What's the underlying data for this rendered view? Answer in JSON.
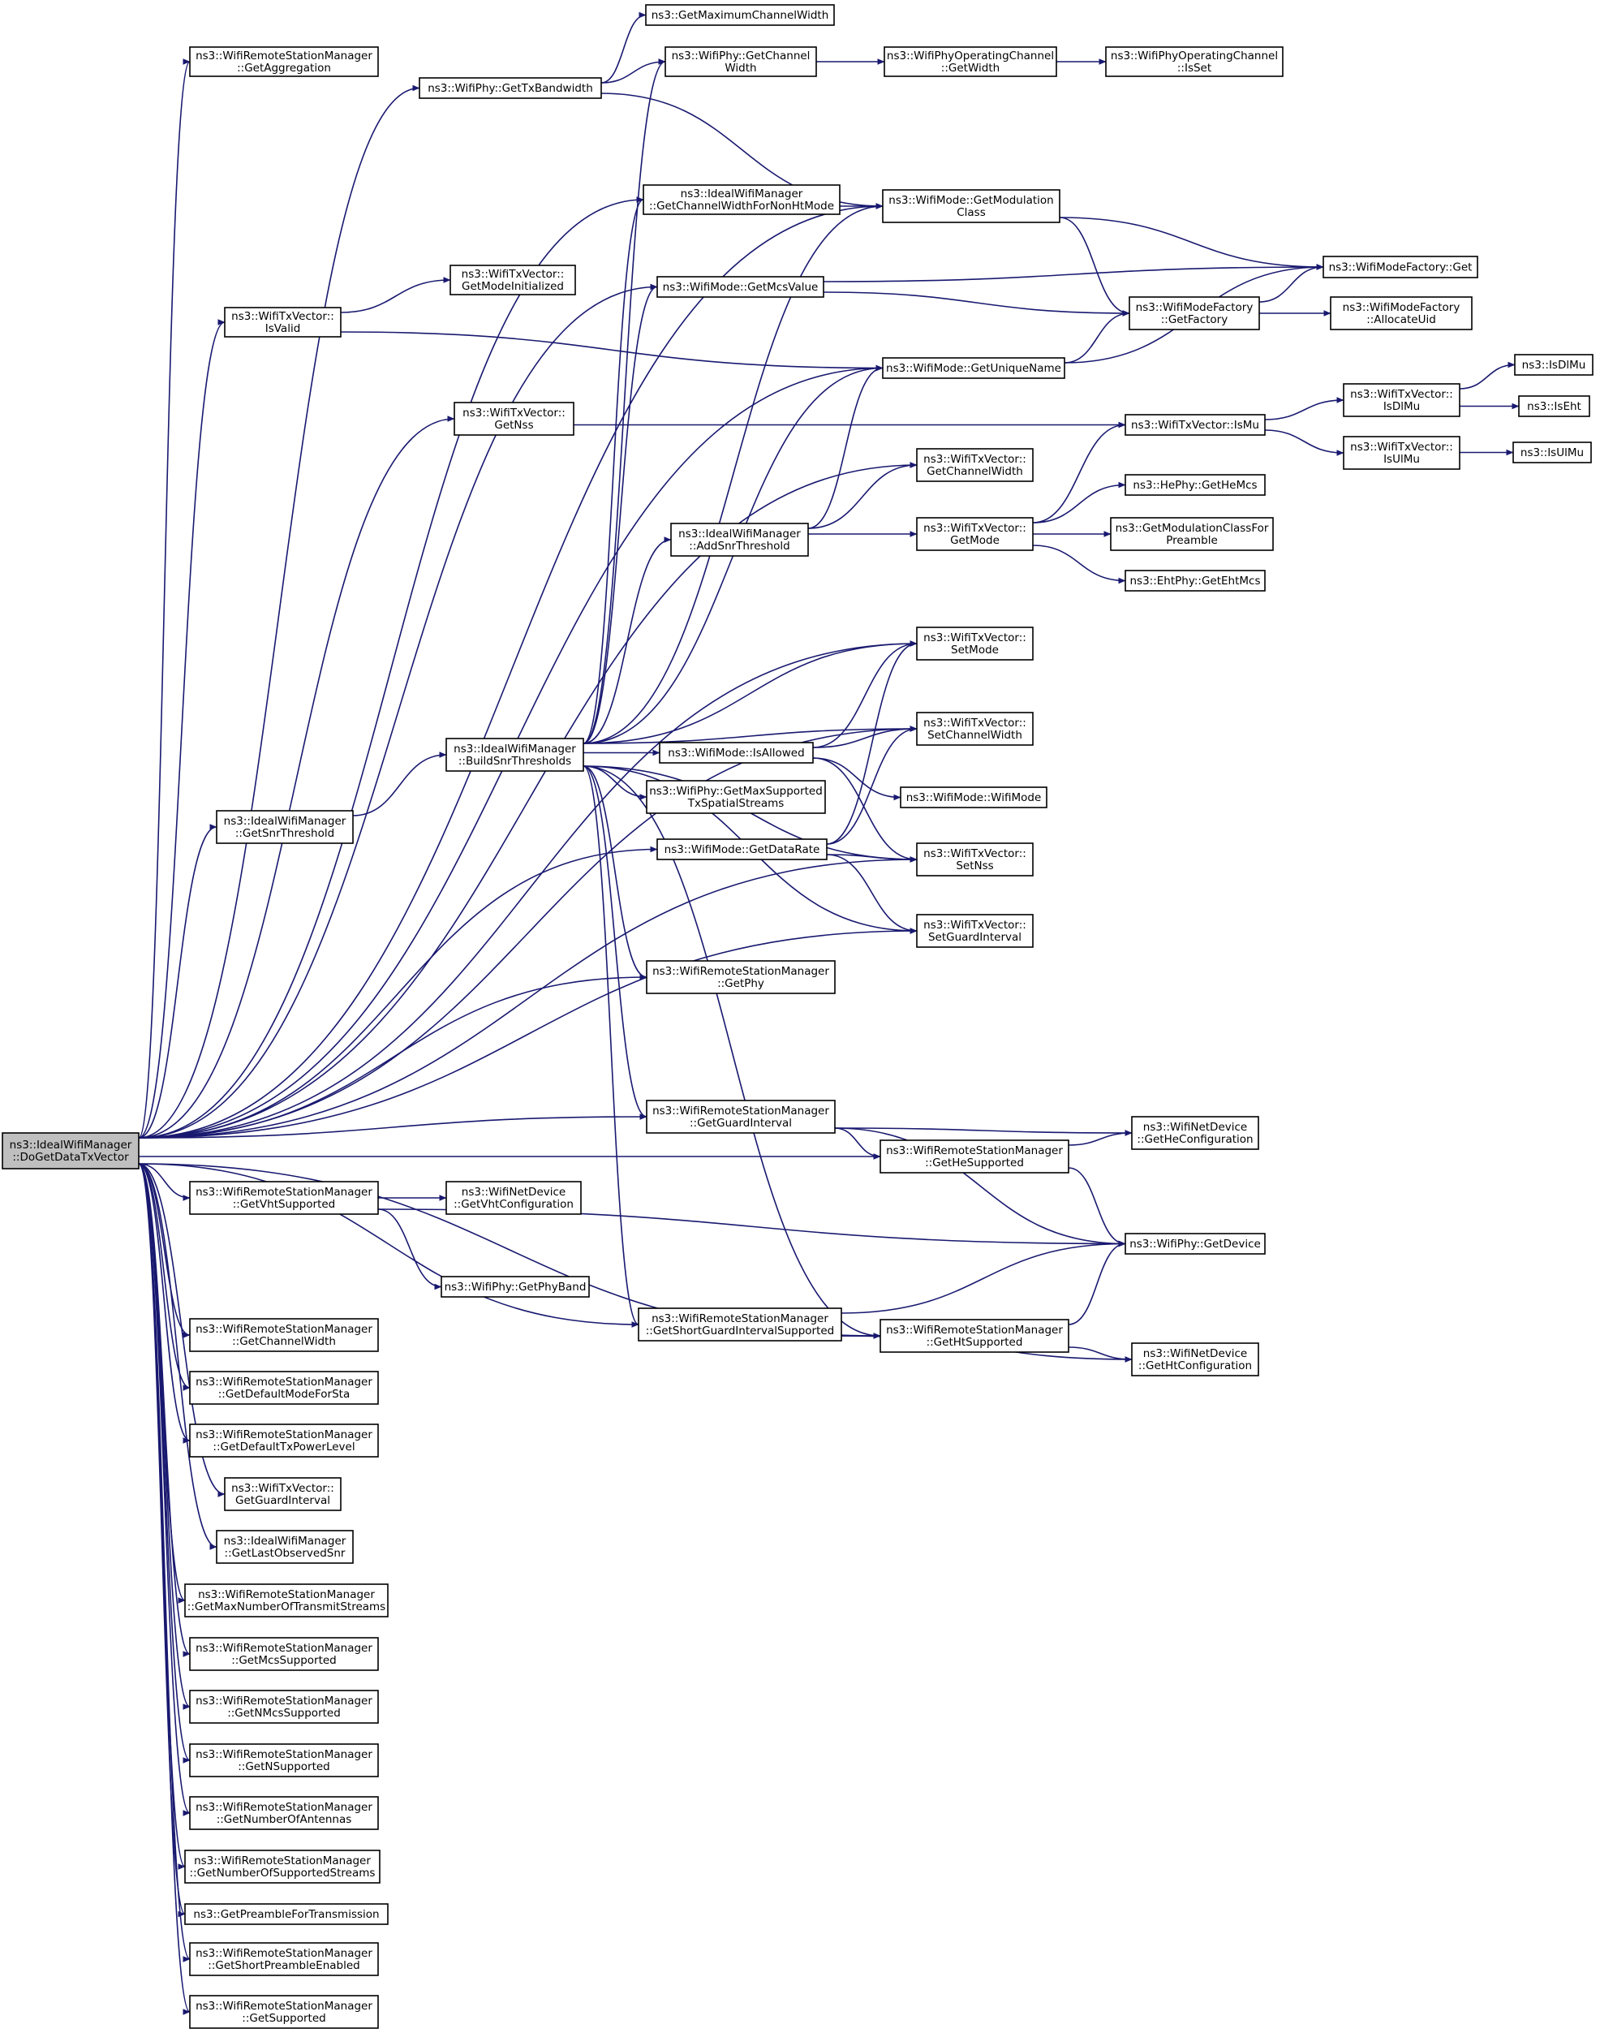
{
  "diagram": {
    "type": "call-graph",
    "colors": {
      "edge": "#191970",
      "node_border": "#000000",
      "node_fill": "#ffffff",
      "root_fill": "#bfbfbf",
      "text": "#000000"
    },
    "nodes": [
      {
        "id": "root",
        "lines": [
          "ns3::IdealWifiManager",
          "::DoGetDataTxVector"
        ]
      },
      {
        "id": "rsm_getaggregation",
        "lines": [
          "ns3::WifiRemoteStationManager",
          "::GetAggregation"
        ]
      },
      {
        "id": "phy_gettxbandwidth",
        "lines": [
          "ns3::WifiPhy::GetTxBandwidth"
        ]
      },
      {
        "id": "getmaxchanwidth",
        "lines": [
          "ns3::GetMaximumChannelWidth"
        ]
      },
      {
        "id": "phy_getchannelwidth",
        "lines": [
          "ns3::WifiPhy::GetChannel",
          "Width"
        ]
      },
      {
        "id": "poc_getwidth",
        "lines": [
          "ns3::WifiPhyOperatingChannel",
          "::GetWidth"
        ]
      },
      {
        "id": "poc_isset",
        "lines": [
          "ns3::WifiPhyOperatingChannel",
          "::IsSet"
        ]
      },
      {
        "id": "iwm_getchanwidthnonht",
        "lines": [
          "ns3::IdealWifiManager",
          "::GetChannelWidthForNonHtMode"
        ]
      },
      {
        "id": "mode_getmodclass",
        "lines": [
          "ns3::WifiMode::GetModulation",
          "Class"
        ]
      },
      {
        "id": "modefactory_get",
        "lines": [
          "ns3::WifiModeFactory::Get"
        ]
      },
      {
        "id": "mode_getmcsvalue",
        "lines": [
          "ns3::WifiMode::GetMcsValue"
        ]
      },
      {
        "id": "modefactory_getfactory",
        "lines": [
          "ns3::WifiModeFactory",
          "::GetFactory"
        ]
      },
      {
        "id": "modefactory_allocateuid",
        "lines": [
          "ns3::WifiModeFactory",
          "::AllocateUid"
        ]
      },
      {
        "id": "txv_getmodeinit",
        "lines": [
          "ns3::WifiTxVector::",
          "GetModeInitialized"
        ]
      },
      {
        "id": "txv_isvalid",
        "lines": [
          "ns3::WifiTxVector::",
          "IsValid"
        ]
      },
      {
        "id": "mode_getuniquename",
        "lines": [
          "ns3::WifiMode::GetUniqueName"
        ]
      },
      {
        "id": "isdlmu",
        "lines": [
          "ns3::IsDlMu"
        ]
      },
      {
        "id": "txv_isdlmu",
        "lines": [
          "ns3::WifiTxVector::",
          "IsDlMu"
        ]
      },
      {
        "id": "iseht",
        "lines": [
          "ns3::IsEht"
        ]
      },
      {
        "id": "txv_getnss",
        "lines": [
          "ns3::WifiTxVector::",
          "GetNss"
        ]
      },
      {
        "id": "txv_ismu",
        "lines": [
          "ns3::WifiTxVector::IsMu"
        ]
      },
      {
        "id": "txv_isulmu",
        "lines": [
          "ns3::WifiTxVector::",
          "IsUlMu"
        ]
      },
      {
        "id": "isulmu",
        "lines": [
          "ns3::IsUlMu"
        ]
      },
      {
        "id": "txv_getchannelwidth",
        "lines": [
          "ns3::WifiTxVector::",
          "GetChannelWidth"
        ]
      },
      {
        "id": "hephy_gethemcs",
        "lines": [
          "ns3::HePhy::GetHeMcs"
        ]
      },
      {
        "id": "iwm_addsnrthreshold",
        "lines": [
          "ns3::IdealWifiManager",
          "::AddSnrThreshold"
        ]
      },
      {
        "id": "txv_getmode",
        "lines": [
          "ns3::WifiTxVector::",
          "GetMode"
        ]
      },
      {
        "id": "getmodclassforpreamble",
        "lines": [
          "ns3::GetModulationClassFor",
          "Preamble"
        ]
      },
      {
        "id": "ehtphy_getehtmcs",
        "lines": [
          "ns3::EhtPhy::GetEhtMcs"
        ]
      },
      {
        "id": "txv_setmode",
        "lines": [
          "ns3::WifiTxVector::",
          "SetMode"
        ]
      },
      {
        "id": "iwm_buildsnrthresholds",
        "lines": [
          "ns3::IdealWifiManager",
          "::BuildSnrThresholds"
        ]
      },
      {
        "id": "mode_isallowed",
        "lines": [
          "ns3::WifiMode::IsAllowed"
        ]
      },
      {
        "id": "txv_setchannelwidth",
        "lines": [
          "ns3::WifiTxVector::",
          "SetChannelWidth"
        ]
      },
      {
        "id": "phy_getmaxsupportedtxss",
        "lines": [
          "ns3::WifiPhy::GetMaxSupported",
          "TxSpatialStreams"
        ]
      },
      {
        "id": "mode_wifimode",
        "lines": [
          "ns3::WifiMode::WifiMode"
        ]
      },
      {
        "id": "iwm_getsnrthreshold",
        "lines": [
          "ns3::IdealWifiManager",
          "::GetSnrThreshold"
        ]
      },
      {
        "id": "mode_getdatarate",
        "lines": [
          "ns3::WifiMode::GetDataRate"
        ]
      },
      {
        "id": "txv_setnss",
        "lines": [
          "ns3::WifiTxVector::",
          "SetNss"
        ]
      },
      {
        "id": "txv_setguardinterval",
        "lines": [
          "ns3::WifiTxVector::",
          "SetGuardInterval"
        ]
      },
      {
        "id": "rsm_getphy",
        "lines": [
          "ns3::WifiRemoteStationManager",
          "::GetPhy"
        ]
      },
      {
        "id": "rsm_getguardinterval",
        "lines": [
          "ns3::WifiRemoteStationManager",
          "::GetGuardInterval"
        ]
      },
      {
        "id": "netdev_gethecfg",
        "lines": [
          "ns3::WifiNetDevice",
          "::GetHeConfiguration"
        ]
      },
      {
        "id": "rsm_gethesupported",
        "lines": [
          "ns3::WifiRemoteStationManager",
          "::GetHeSupported"
        ]
      },
      {
        "id": "rsm_getvhtsupported",
        "lines": [
          "ns3::WifiRemoteStationManager",
          "::GetVhtSupported"
        ]
      },
      {
        "id": "netdev_getvhtcfg",
        "lines": [
          "ns3::WifiNetDevice",
          "::GetVhtConfiguration"
        ]
      },
      {
        "id": "phy_getdevice",
        "lines": [
          "ns3::WifiPhy::GetDevice"
        ]
      },
      {
        "id": "phy_getphyband",
        "lines": [
          "ns3::WifiPhy::GetPhyBand"
        ]
      },
      {
        "id": "rsm_getsgisupported",
        "lines": [
          "ns3::WifiRemoteStationManager",
          "::GetShortGuardIntervalSupported"
        ]
      },
      {
        "id": "rsm_gethtsupported",
        "lines": [
          "ns3::WifiRemoteStationManager",
          "::GetHtSupported"
        ]
      },
      {
        "id": "rsm_getchannelwidth",
        "lines": [
          "ns3::WifiRemoteStationManager",
          "::GetChannelWidth"
        ]
      },
      {
        "id": "netdev_gethtcfg",
        "lines": [
          "ns3::WifiNetDevice",
          "::GetHtConfiguration"
        ]
      },
      {
        "id": "rsm_getdefaultmodeforsta",
        "lines": [
          "ns3::WifiRemoteStationManager",
          "::GetDefaultModeForSta"
        ]
      },
      {
        "id": "rsm_getdefaulttxpowerlevel",
        "lines": [
          "ns3::WifiRemoteStationManager",
          "::GetDefaultTxPowerLevel"
        ]
      },
      {
        "id": "txv_getguardinterval",
        "lines": [
          "ns3::WifiTxVector::",
          "GetGuardInterval"
        ]
      },
      {
        "id": "iwm_getlastobservedsnr",
        "lines": [
          "ns3::IdealWifiManager",
          "::GetLastObservedSnr"
        ]
      },
      {
        "id": "rsm_getmaxnumtxstreams",
        "lines": [
          "ns3::WifiRemoteStationManager",
          "::GetMaxNumberOfTransmitStreams"
        ]
      },
      {
        "id": "rsm_getmcssupported",
        "lines": [
          "ns3::WifiRemoteStationManager",
          "::GetMcsSupported"
        ]
      },
      {
        "id": "rsm_getnmcssupported",
        "lines": [
          "ns3::WifiRemoteStationManager",
          "::GetNMcsSupported"
        ]
      },
      {
        "id": "rsm_getnsupported",
        "lines": [
          "ns3::WifiRemoteStationManager",
          "::GetNSupported"
        ]
      },
      {
        "id": "rsm_getnumantennas",
        "lines": [
          "ns3::WifiRemoteStationManager",
          "::GetNumberOfAntennas"
        ]
      },
      {
        "id": "rsm_getnumsupportedstreams",
        "lines": [
          "ns3::WifiRemoteStationManager",
          "::GetNumberOfSupportedStreams"
        ]
      },
      {
        "id": "getpreamblefortx",
        "lines": [
          "ns3::GetPreambleForTransmission"
        ]
      },
      {
        "id": "rsm_getshortpreambleenabled",
        "lines": [
          "ns3::WifiRemoteStationManager",
          "::GetShortPreambleEnabled"
        ]
      },
      {
        "id": "rsm_getsupported",
        "lines": [
          "ns3::WifiRemoteStationManager",
          "::GetSupported"
        ]
      }
    ],
    "edges": [
      [
        "root",
        "rsm_getaggregation"
      ],
      [
        "root",
        "phy_gettxbandwidth"
      ],
      [
        "root",
        "mode_getmodclass"
      ],
      [
        "root",
        "iwm_getchanwidthnonht"
      ],
      [
        "root",
        "mode_getmcsvalue"
      ],
      [
        "root",
        "txv_isvalid"
      ],
      [
        "root",
        "mode_getuniquename"
      ],
      [
        "root",
        "txv_getnss"
      ],
      [
        "root",
        "txv_getchannelwidth"
      ],
      [
        "root",
        "txv_setmode"
      ],
      [
        "root",
        "txv_setchannelwidth"
      ],
      [
        "root",
        "iwm_getsnrthreshold"
      ],
      [
        "root",
        "mode_getdatarate"
      ],
      [
        "root",
        "rsm_getphy"
      ],
      [
        "root",
        "txv_setnss"
      ],
      [
        "root",
        "txv_setguardinterval"
      ],
      [
        "root",
        "rsm_getguardinterval"
      ],
      [
        "root",
        "rsm_gethesupported"
      ],
      [
        "root",
        "rsm_getvhtsupported"
      ],
      [
        "root",
        "rsm_getsgisupported"
      ],
      [
        "root",
        "rsm_gethtsupported"
      ],
      [
        "root",
        "rsm_getchannelwidth"
      ],
      [
        "root",
        "rsm_getdefaultmodeforsta"
      ],
      [
        "root",
        "rsm_getdefaulttxpowerlevel"
      ],
      [
        "root",
        "txv_getguardinterval"
      ],
      [
        "root",
        "iwm_getlastobservedsnr"
      ],
      [
        "root",
        "rsm_getmaxnumtxstreams"
      ],
      [
        "root",
        "rsm_getmcssupported"
      ],
      [
        "root",
        "rsm_getnmcssupported"
      ],
      [
        "root",
        "rsm_getnsupported"
      ],
      [
        "root",
        "rsm_getnumantennas"
      ],
      [
        "root",
        "rsm_getnumsupportedstreams"
      ],
      [
        "root",
        "getpreamblefortx"
      ],
      [
        "root",
        "rsm_getshortpreambleenabled"
      ],
      [
        "root",
        "rsm_getsupported"
      ],
      [
        "phy_gettxbandwidth",
        "getmaxchanwidth"
      ],
      [
        "phy_gettxbandwidth",
        "phy_getchannelwidth"
      ],
      [
        "phy_gettxbandwidth",
        "mode_getmodclass"
      ],
      [
        "phy_getchannelwidth",
        "poc_getwidth"
      ],
      [
        "poc_getwidth",
        "poc_isset"
      ],
      [
        "iwm_getchanwidthnonht",
        "mode_getmodclass"
      ],
      [
        "mode_getmodclass",
        "modefactory_get"
      ],
      [
        "mode_getmodclass",
        "modefactory_getfactory"
      ],
      [
        "mode_getmcsvalue",
        "modefactory_get"
      ],
      [
        "mode_getmcsvalue",
        "modefactory_getfactory"
      ],
      [
        "modefactory_getfactory",
        "modefactory_get"
      ],
      [
        "modefactory_getfactory",
        "modefactory_allocateuid"
      ],
      [
        "txv_isvalid",
        "txv_getmodeinit"
      ],
      [
        "txv_isvalid",
        "mode_getuniquename"
      ],
      [
        "mode_getuniquename",
        "modefactory_getfactory"
      ],
      [
        "mode_getuniquename",
        "modefactory_get"
      ],
      [
        "txv_getnss",
        "txv_ismu"
      ],
      [
        "txv_ismu",
        "txv_isdlmu"
      ],
      [
        "txv_ismu",
        "txv_isulmu"
      ],
      [
        "txv_isdlmu",
        "isdlmu"
      ],
      [
        "txv_isdlmu",
        "iseht"
      ],
      [
        "txv_isulmu",
        "isulmu"
      ],
      [
        "iwm_addsnrthreshold",
        "mode_getuniquename"
      ],
      [
        "iwm_addsnrthreshold",
        "txv_getchannelwidth"
      ],
      [
        "iwm_addsnrthreshold",
        "txv_getmode"
      ],
      [
        "txv_getmode",
        "txv_ismu"
      ],
      [
        "txv_getmode",
        "hephy_gethemcs"
      ],
      [
        "txv_getmode",
        "getmodclassforpreamble"
      ],
      [
        "txv_getmode",
        "ehtphy_getehtmcs"
      ],
      [
        "iwm_getsnrthreshold",
        "iwm_buildsnrthresholds"
      ],
      [
        "iwm_buildsnrthresholds",
        "phy_getchannelwidth"
      ],
      [
        "iwm_buildsnrthresholds",
        "iwm_getchanwidthnonht"
      ],
      [
        "iwm_buildsnrthresholds",
        "mode_getmodclass"
      ],
      [
        "iwm_buildsnrthresholds",
        "mode_getmcsvalue"
      ],
      [
        "iwm_buildsnrthresholds",
        "mode_getuniquename"
      ],
      [
        "iwm_buildsnrthresholds",
        "iwm_addsnrthreshold"
      ],
      [
        "iwm_buildsnrthresholds",
        "txv_setmode"
      ],
      [
        "iwm_buildsnrthresholds",
        "txv_setchannelwidth"
      ],
      [
        "iwm_buildsnrthresholds",
        "mode_isallowed"
      ],
      [
        "iwm_buildsnrthresholds",
        "phy_getmaxsupportedtxss"
      ],
      [
        "iwm_buildsnrthresholds",
        "txv_setnss"
      ],
      [
        "iwm_buildsnrthresholds",
        "txv_setguardinterval"
      ],
      [
        "iwm_buildsnrthresholds",
        "rsm_getphy"
      ],
      [
        "iwm_buildsnrthresholds",
        "rsm_getguardinterval"
      ],
      [
        "iwm_buildsnrthresholds",
        "rsm_getsgisupported"
      ],
      [
        "iwm_buildsnrthresholds",
        "rsm_gethtsupported"
      ],
      [
        "mode_isallowed",
        "txv_setchannelwidth"
      ],
      [
        "mode_isallowed",
        "txv_setmode"
      ],
      [
        "mode_isallowed",
        "mode_wifimode"
      ],
      [
        "mode_isallowed",
        "txv_setnss"
      ],
      [
        "mode_getdatarate",
        "txv_setchannelwidth"
      ],
      [
        "mode_getdatarate",
        "txv_setmode"
      ],
      [
        "mode_getdatarate",
        "txv_setnss"
      ],
      [
        "mode_getdatarate",
        "txv_setguardinterval"
      ],
      [
        "rsm_getguardinterval",
        "netdev_gethecfg"
      ],
      [
        "rsm_getguardinterval",
        "rsm_gethesupported"
      ],
      [
        "rsm_getguardinterval",
        "phy_getdevice"
      ],
      [
        "rsm_gethesupported",
        "netdev_gethecfg"
      ],
      [
        "rsm_gethesupported",
        "phy_getdevice"
      ],
      [
        "rsm_getvhtsupported",
        "netdev_getvhtcfg"
      ],
      [
        "rsm_getvhtsupported",
        "phy_getphyband"
      ],
      [
        "rsm_getvhtsupported",
        "phy_getdevice"
      ],
      [
        "rsm_getsgisupported",
        "rsm_gethtsupported"
      ],
      [
        "rsm_getsgisupported",
        "phy_getdevice"
      ],
      [
        "rsm_getsgisupported",
        "netdev_gethtcfg"
      ],
      [
        "rsm_gethtsupported",
        "phy_getdevice"
      ],
      [
        "rsm_gethtsupported",
        "netdev_gethtcfg"
      ]
    ]
  }
}
